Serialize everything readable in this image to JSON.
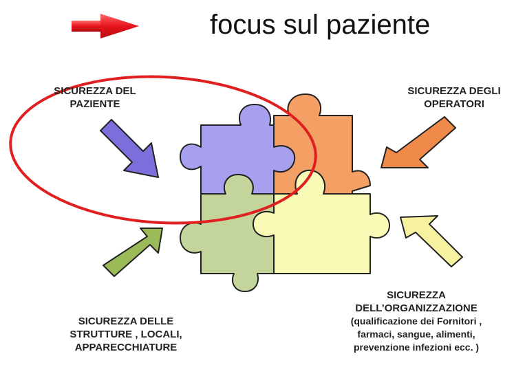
{
  "header": {
    "title": "focus sul paziente",
    "arrow_color": "#e8141b"
  },
  "labels": {
    "patient": [
      "SICUREZZA DEL",
      "PAZIENTE"
    ],
    "operators": [
      "SICUREZZA DEGLI",
      "OPERATORI"
    ],
    "structures": [
      "SICUREZZA DELLE",
      "STRUTTURE , LOCALI,",
      "APPARECCHIATURE"
    ],
    "organization": [
      "SICUREZZA",
      "DELL’ORGANIZZAZIONE",
      "(qualificazione dei Fornitori ,",
      "farmaci, sangue, alimenti,",
      "prevenzione infezioni ecc. )"
    ]
  },
  "pieces": {
    "purple": "#a7a0ee",
    "orange": "#f4a064",
    "green": "#c3d59a",
    "yellow": "#fafab7"
  },
  "arrows": {
    "purple": "#7b6fdc",
    "orange": "#f08a4a",
    "green": "#9bbb59",
    "yellow": "#f7f2a0"
  },
  "highlight_color": "#e02020"
}
